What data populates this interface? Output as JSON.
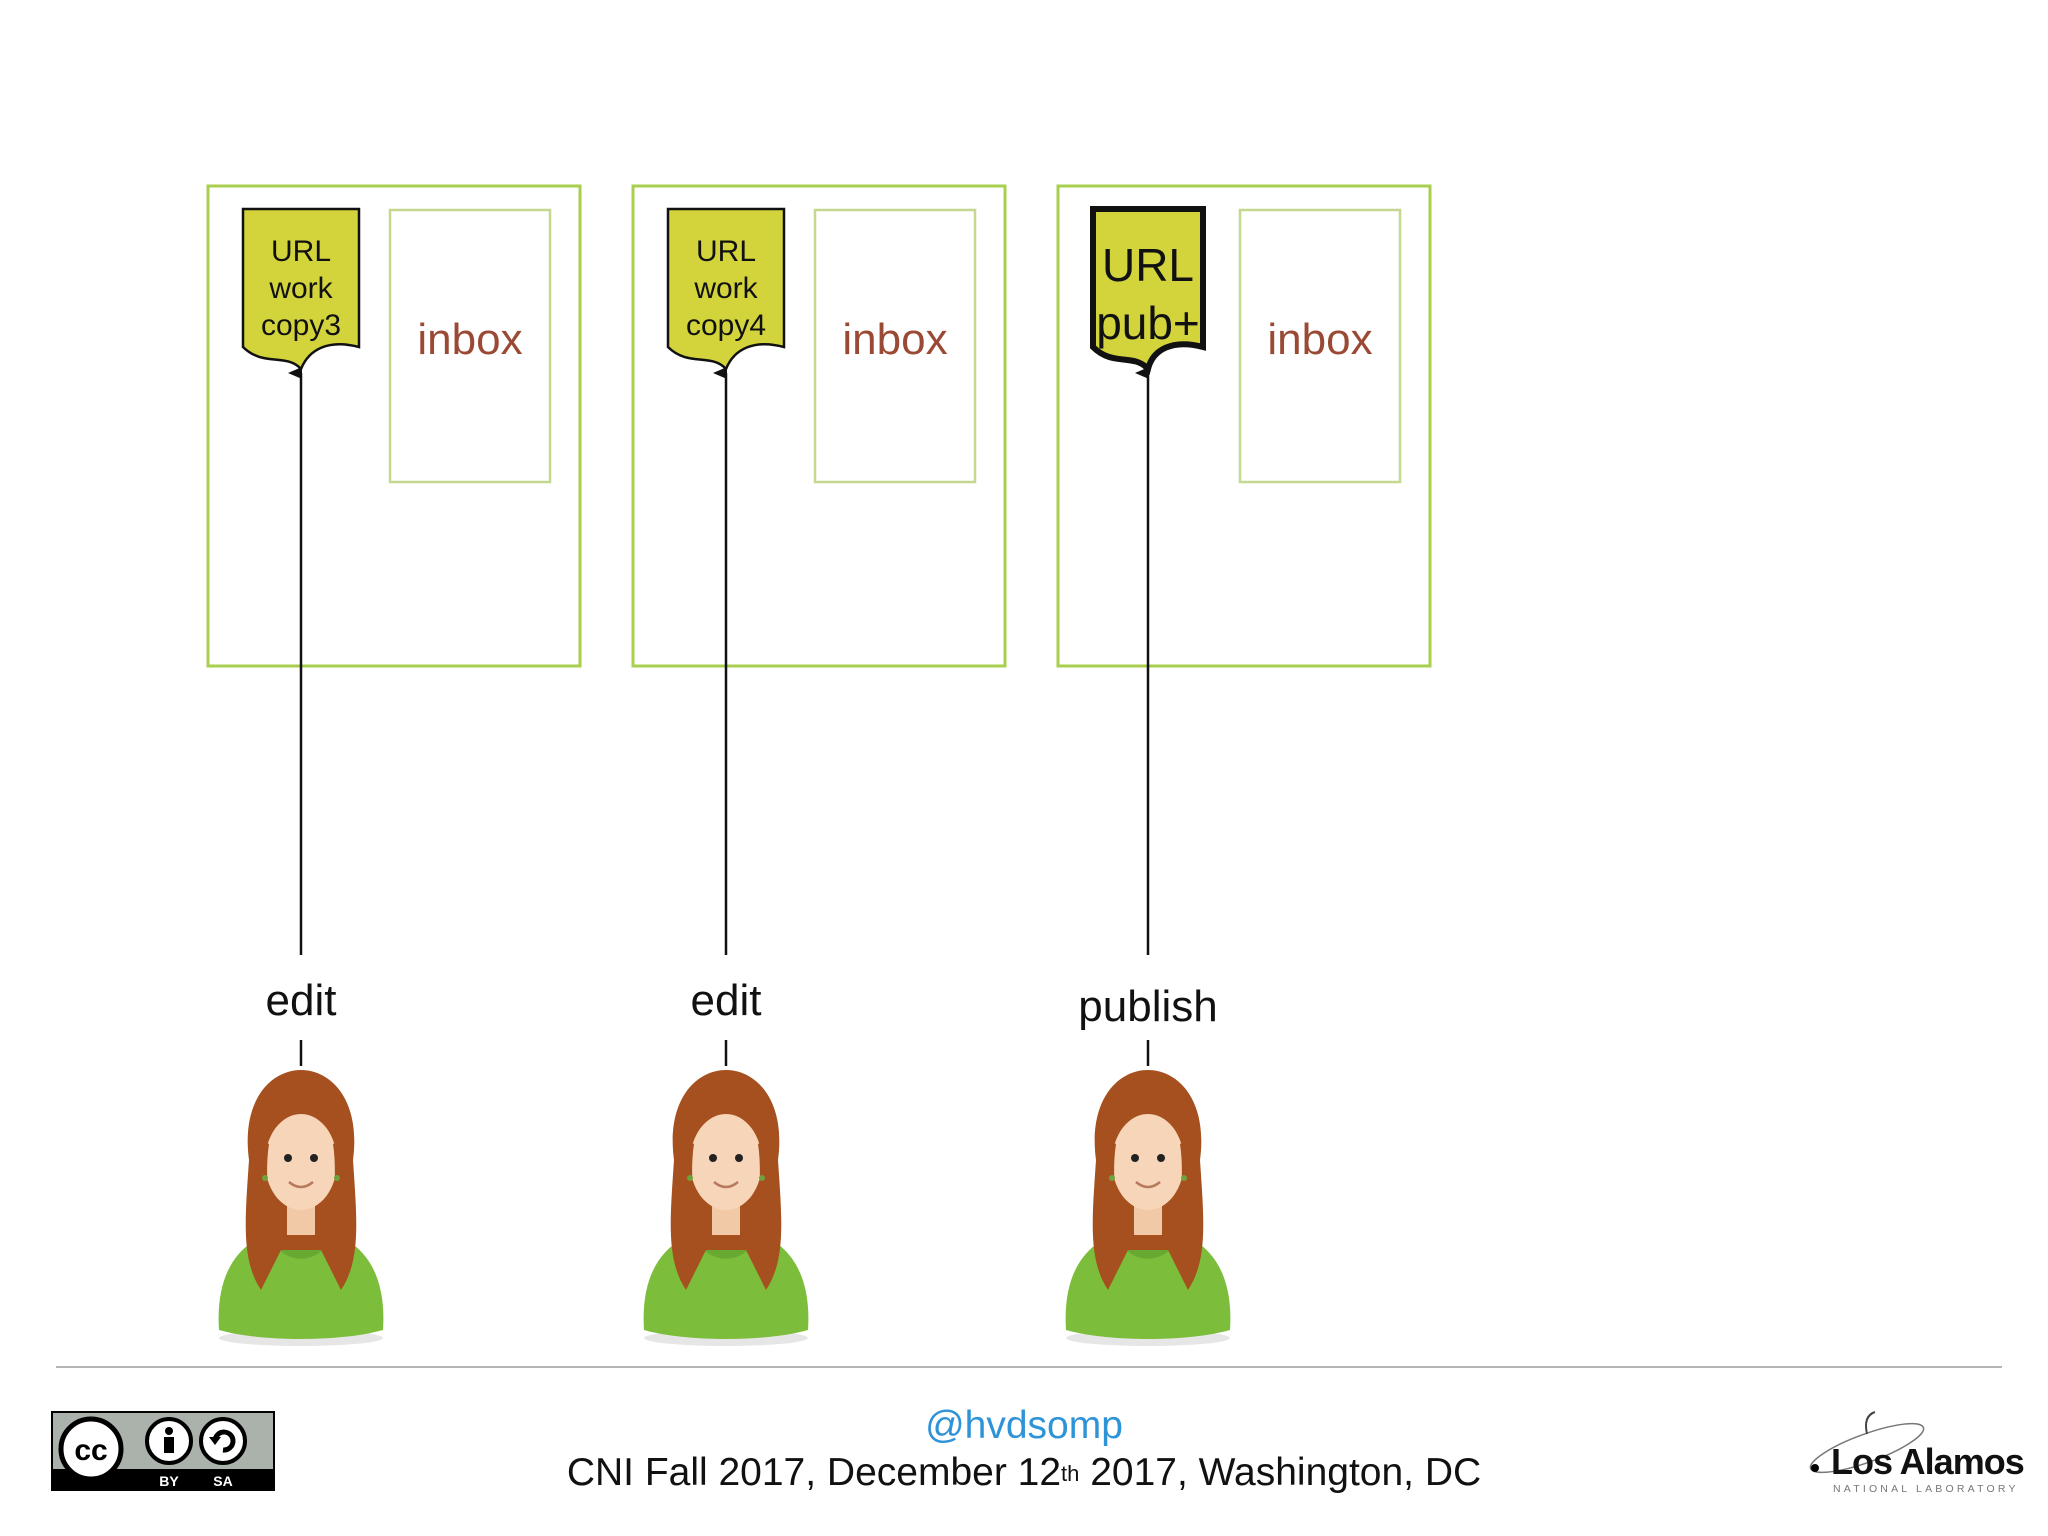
{
  "diagram": {
    "panels": [
      {
        "doc_lines": [
          "URL",
          "work",
          "copy3"
        ],
        "inbox_label": "inbox",
        "action_label": "edit",
        "published": false
      },
      {
        "doc_lines": [
          "URL",
          "work",
          "copy4"
        ],
        "inbox_label": "inbox",
        "action_label": "edit",
        "published": false
      },
      {
        "doc_lines": [
          "URL",
          "pub+"
        ],
        "inbox_label": "inbox",
        "action_label": "publish",
        "published": true
      }
    ],
    "colors": {
      "panel_border": "#a8cf4f",
      "inbox_border": "#c4d88f",
      "document_fill": "#d3d43c",
      "inbox_text": "#9a4a34",
      "avatar_hair": "#a5501e",
      "avatar_shirt": "#7dbd3c"
    }
  },
  "footer": {
    "handle": "@hvdsomp",
    "conference_part1": "CNI Fall 2017, December 12",
    "conference_sup": "th",
    "conference_part2": " 2017, Washington, DC",
    "license_badge": {
      "icon": "cc-by-sa-icon",
      "labels": [
        "BY",
        "SA"
      ]
    },
    "logo": {
      "name": "Los Alamos",
      "subtitle": "NATIONAL LABORATORY"
    }
  }
}
